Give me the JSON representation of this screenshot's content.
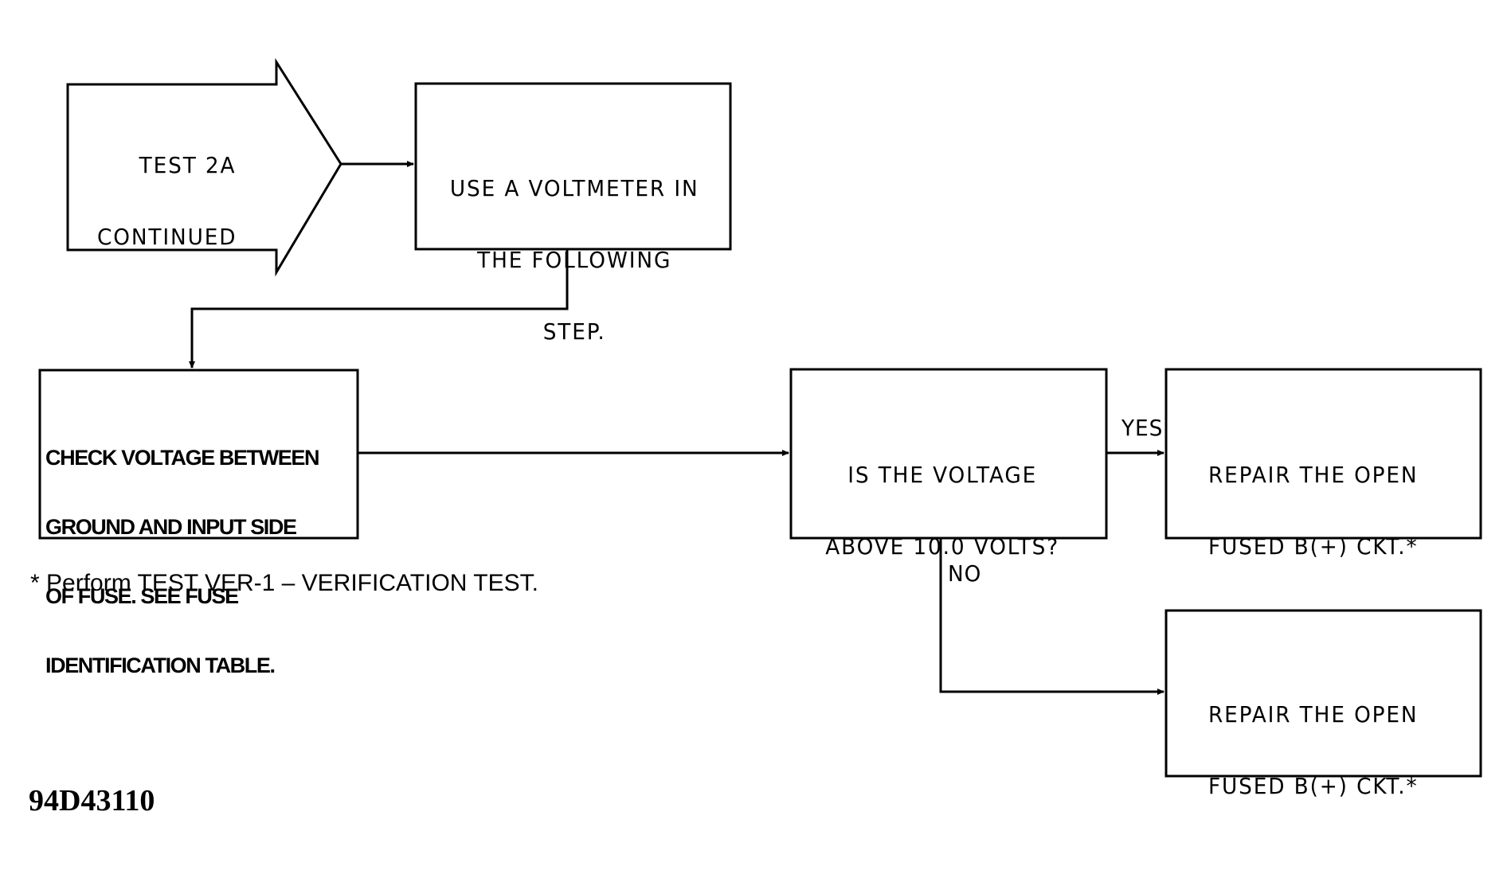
{
  "flowchart": {
    "start_arrow": {
      "lines": [
        "TEST 2A",
        "CONTINUED"
      ]
    },
    "voltmeter_step": {
      "lines": [
        "USE A VOLTMETER IN",
        "THE FOLLOWING",
        "STEP."
      ]
    },
    "check_voltage_step": {
      "lines": [
        "CHECK VOLTAGE BETWEEN",
        "GROUND AND INPUT SIDE",
        "OF FUSE. SEE FUSE",
        "IDENTIFICATION TABLE."
      ]
    },
    "voltage_question": {
      "lines": [
        "IS THE VOLTAGE",
        "ABOVE 10.0 VOLTS?"
      ]
    },
    "yes_label": "YES",
    "no_label": "NO",
    "repair_yes": {
      "lines": [
        "REPAIR THE OPEN",
        "FUSED B(+) CKT.*"
      ]
    },
    "repair_no": {
      "lines": [
        "REPAIR THE OPEN",
        "FUSED B(+) CKT.*"
      ]
    }
  },
  "footnote": "* Perform TEST VER-1 – VERIFICATION TEST.",
  "figure_id": "94D43110"
}
